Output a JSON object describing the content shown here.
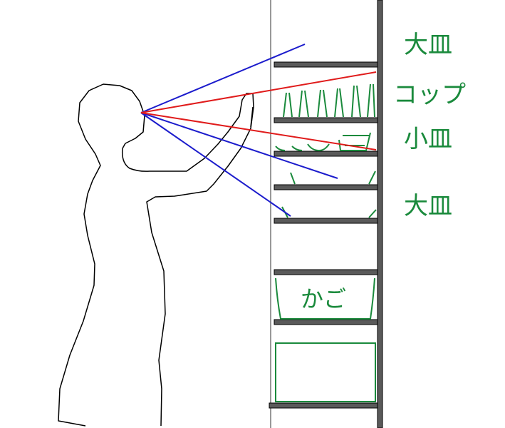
{
  "labels": {
    "top_plate": "大皿",
    "cups": "コップ",
    "small_plate": "小皿",
    "bottom_plate": "大皿",
    "basket": "かご"
  },
  "colors": {
    "green": "#1a8a3c",
    "shelf_fill": "#5a5a5a",
    "red_sight": "#e01b1b",
    "blue_sight": "#1b1bcc"
  }
}
